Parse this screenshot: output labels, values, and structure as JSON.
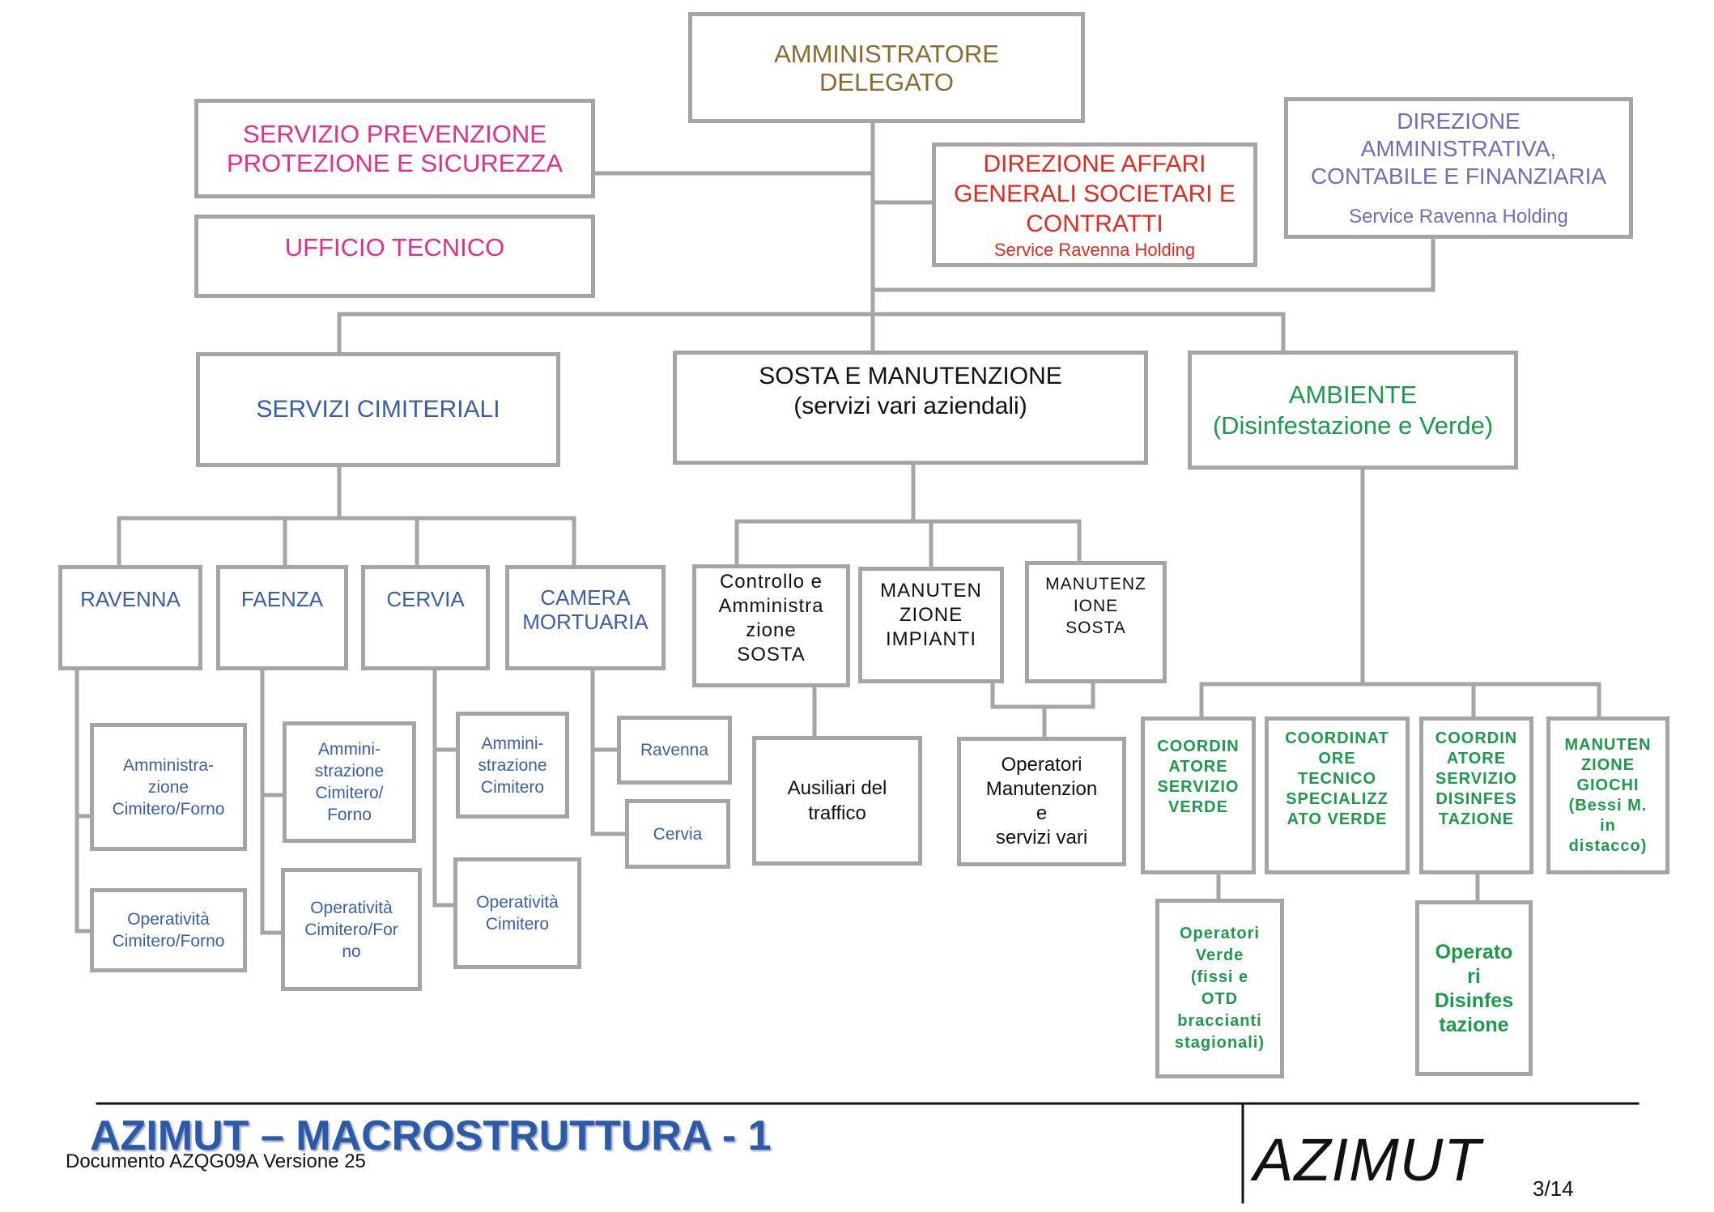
{
  "top": {
    "amministratore": "AMMINISTRATORE\nDELEGATO"
  },
  "staff": {
    "prevenzione": "SERVIZIO PREVENZIONE\nPROTEZIONE E SICUREZZA",
    "ufficio_tecnico": "UFFICIO TECNICO",
    "affari_generali": "DIREZIONE AFFARI\nGENERALI SOCIETARI E\nCONTRATTI",
    "affari_generali_service": "Service  Ravenna Holding",
    "amministrativa": "DIREZIONE\nAMMINISTRATIVA,\nCONTABILE E FINANZIARIA",
    "amministrativa_service": "Service Ravenna Holding"
  },
  "divisions": {
    "cimiteriali": "SERVIZI CIMITERIALI",
    "sosta": "SOSTA E MANUTENZIONE\n(servizi vari aziendali)",
    "ambiente": "AMBIENTE\n(Disinfestazione e Verde)"
  },
  "cimiteriali": {
    "ravenna": "RAVENNA",
    "faenza": "FAENZA",
    "cervia": "CERVIA",
    "camera": "CAMERA\nMORTUARIA",
    "rav_admin": "Amministra-\nzione\nCimitero/Forno",
    "rav_oper": "Operatività\nCimitero/Forno",
    "fae_admin": "Ammini-\nstrazione\nCimitero/\nForno",
    "fae_oper": "Operatività\nCimitero/For\nno",
    "cer_admin": "Ammini-\nstrazione\nCimitero",
    "cer_oper": "Operatività\nCimitero",
    "cam_ravenna": "Ravenna",
    "cam_cervia": "Cervia"
  },
  "sosta": {
    "controllo": "Controllo e\nAmministra\nzione\nSOSTA",
    "impianti": "MANUTEN\nZIONE\nIMPIANTI",
    "manut_sosta": "MANUTENZ\nIONE\nSOSTA",
    "ausiliari": "Ausiliari del\ntraffico",
    "operatori": "Operatori\nManutenzion\ne\nservizi vari"
  },
  "ambiente": {
    "coord_verde": "COORDIN\nATORE\nSERVIZIO\nVERDE",
    "coord_tecnico": "COORDINAT\nORE\nTECNICO\nSPECIALIZZ\nATO VERDE",
    "coord_disinf": "COORDIN\nATORE\nSERVIZIO\nDISINFES\nTAZIONE",
    "giochi": "MANUTEN\nZIONE\nGIOCHI\n(Bessi M.\nin\ndistacco)",
    "op_verde": "Operatori\nVerde\n(fissi e\nOTD\nbraccianti\nstagionali)",
    "op_disinf": "Operato\nri\nDisinfes\ntazione"
  },
  "footer": {
    "title": "AZIMUT – MACROSTRUTTURA - 1",
    "document": "Documento AZQG09A  Versione  25",
    "logo": "AZIMUT",
    "page": "3/14"
  },
  "colors": {
    "border": "#a5a5a5",
    "brown": "#8b6a2e",
    "magenta": "#e0308a",
    "red": "#e02b1f",
    "violet": "#6f6fb8",
    "blue": "#3a5fa8",
    "green": "#1d9a4a",
    "title_blue": "#2c5aa8"
  }
}
